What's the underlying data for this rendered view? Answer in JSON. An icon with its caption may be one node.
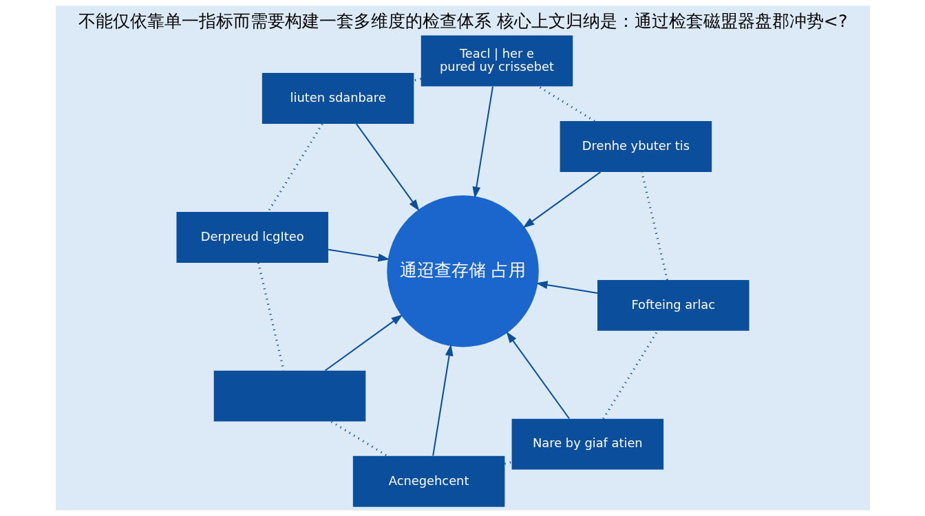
{
  "diagram": {
    "title": "不能仅依靠单一指标而需要构建一套多维度的检查体系 核心上文归纳是：通过检套磁盟器盘郡冲势<?",
    "nodes": [
      {
        "text": [
          "通迢查存储 占用"
        ]
      },
      {
        "text": [
          "Drenhe ybuter tis"
        ]
      },
      {
        "text": [
          "Fofteing arlac"
        ]
      },
      {
        "text": [
          "Teacl | her e pured uy crissebet"
        ]
      },
      {
        "text": [
          "Nare by giaf atien"
        ]
      },
      {
        "text": [
          "liuten sdanbare"
        ]
      },
      {
        "text": [
          "Acnegehcent"
        ]
      },
      {
        "text": [
          "Derpreud lcgIteo"
        ]
      },
      {
        "text": [],
        "shape": "box"
      }
    ],
    "edges": [
      {
        "from": 1,
        "to": 0,
        "arrow": "to"
      },
      {
        "from": 2,
        "to": 0,
        "arrow": "to"
      },
      {
        "from": 3,
        "to": 0,
        "arrow": "to"
      },
      {
        "from": 4,
        "to": 0,
        "arrow": "to"
      },
      {
        "from": 5,
        "to": 0,
        "arrow": "to"
      },
      {
        "from": 6,
        "to": 0,
        "arrow": "to"
      },
      {
        "from": 7,
        "to": 0,
        "arrow": "to"
      },
      {
        "from": 8,
        "to": 0,
        "arrow": "to"
      },
      {
        "from": 1,
        "to": 3,
        "arrow": "none",
        "style": "dashed"
      },
      {
        "from": 3,
        "to": 5,
        "arrow": "none",
        "style": "dashed"
      },
      {
        "from": 5,
        "to": 7,
        "arrow": "none",
        "style": "dashed"
      },
      {
        "from": 7,
        "to": 8,
        "arrow": "none",
        "style": "dashed"
      },
      {
        "from": 8,
        "to": 6,
        "arrow": "none",
        "style": "dashed"
      },
      {
        "from": 6,
        "to": 4,
        "arrow": "none",
        "style": "dashed"
      },
      {
        "from": 4,
        "to": 2,
        "arrow": "none",
        "style": "dashed"
      },
      {
        "from": 2,
        "to": 1,
        "arrow": "none",
        "style": "dashed"
      }
    ]
  }
}
